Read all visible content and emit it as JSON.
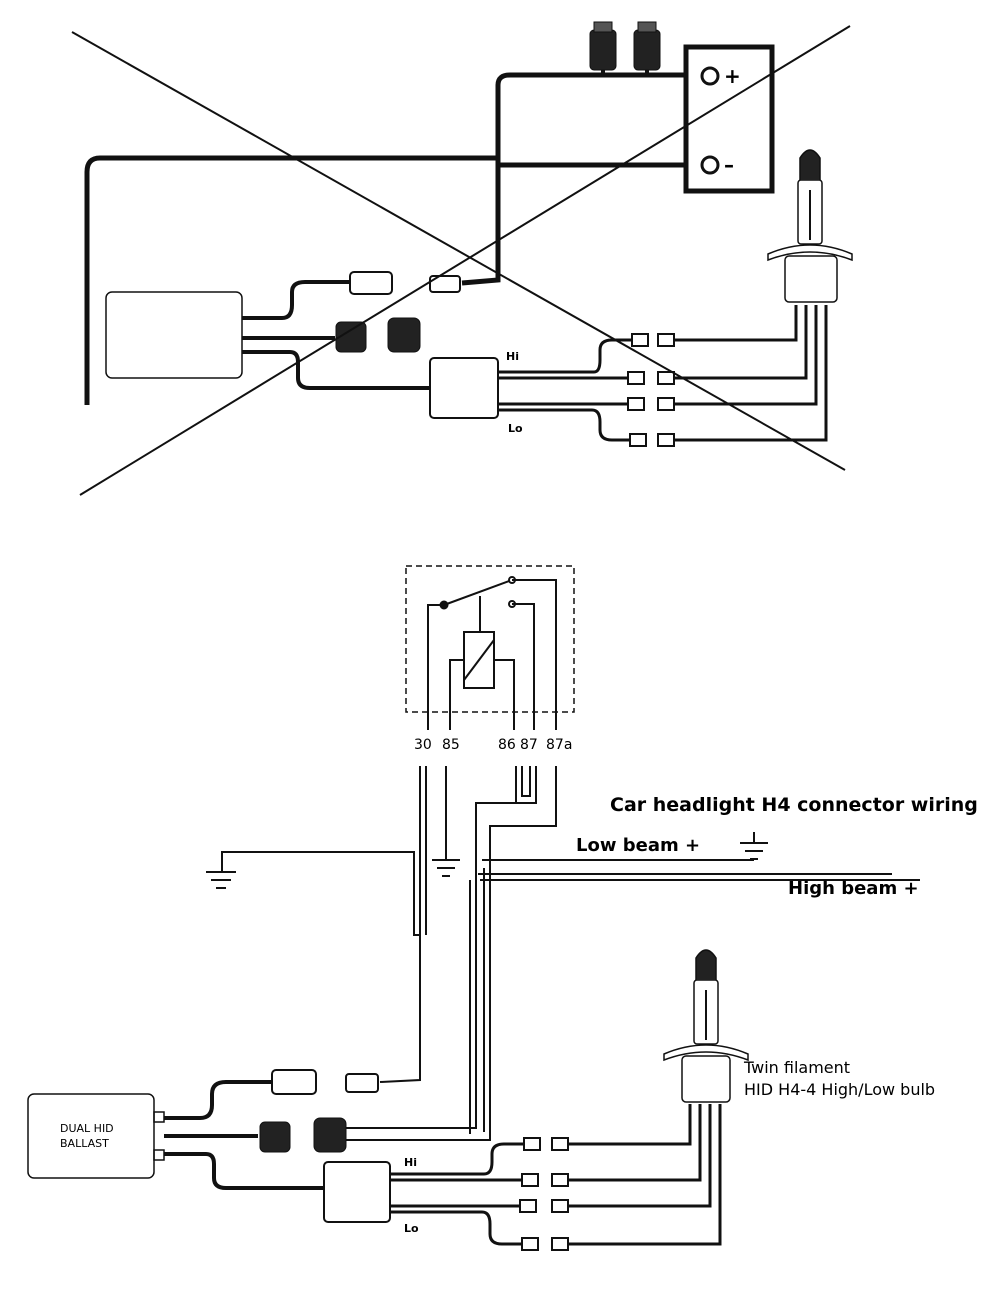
{
  "upper": {
    "battery_pos": "+",
    "battery_neg": "–",
    "hi_label": "Hi",
    "lo_label": "Lo"
  },
  "relay": {
    "pins": [
      "30",
      "85",
      "86",
      "87",
      "87a"
    ]
  },
  "labels": {
    "connector_title": "Car headlight H4 connector wiring",
    "low_beam": "Low beam +",
    "high_beam": "High beam +",
    "bulb_line1": "Twin filament",
    "bulb_line2": "HID H4-4 High/Low bulb",
    "ballast_line1": "DUAL HID",
    "ballast_line2": "BALLAST",
    "hi_label": "Hi",
    "lo_label": "Lo"
  }
}
